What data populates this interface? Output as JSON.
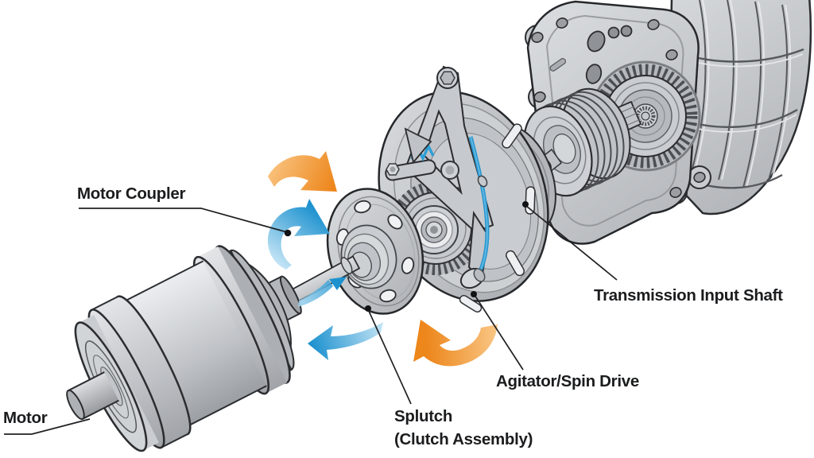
{
  "figure": {
    "kind": "exploded-mechanical-diagram"
  },
  "labels": {
    "motor_coupler": "Motor Coupler",
    "motor": "Motor",
    "splutch_line1": "Splutch",
    "splutch_line2": "(Clutch Assembly)",
    "agitator_spin_drive": "Agitator/Spin Drive",
    "transmission_input_shaft": "Transmission Input Shaft"
  },
  "arrows": [
    {
      "name": "rotation-arrow-orange-top",
      "color_key": "arrow_orange",
      "direction": "clockwise"
    },
    {
      "name": "rotation-arrow-blue-mid",
      "color_key": "arrow_blue",
      "direction": "counterclockwise"
    },
    {
      "name": "rotation-arrow-blue-bottom",
      "color_key": "arrow_blue",
      "direction": "counterclockwise"
    },
    {
      "name": "rotation-arrow-orange-bottom",
      "color_key": "arrow_orange",
      "direction": "clockwise"
    },
    {
      "name": "rotation-arrow-blue-shaft",
      "color_key": "arrow_blue",
      "direction": "along-shaft"
    }
  ],
  "colors": {
    "background": "#ffffff",
    "label_text": "#1b1c1e",
    "leader_line": "#1f2023",
    "outline": "#2b2d30",
    "metal_light": "#d6d9dc",
    "metal_mid": "#c3c6ca",
    "metal_dark": "#9a9da1",
    "arrow_orange": "#ee871d",
    "arrow_orange_light": "#f9c37f",
    "arrow_blue": "#1e92cf",
    "arrow_blue_light": "#bfe2f4",
    "cable_blue": "#2e9fd6"
  }
}
